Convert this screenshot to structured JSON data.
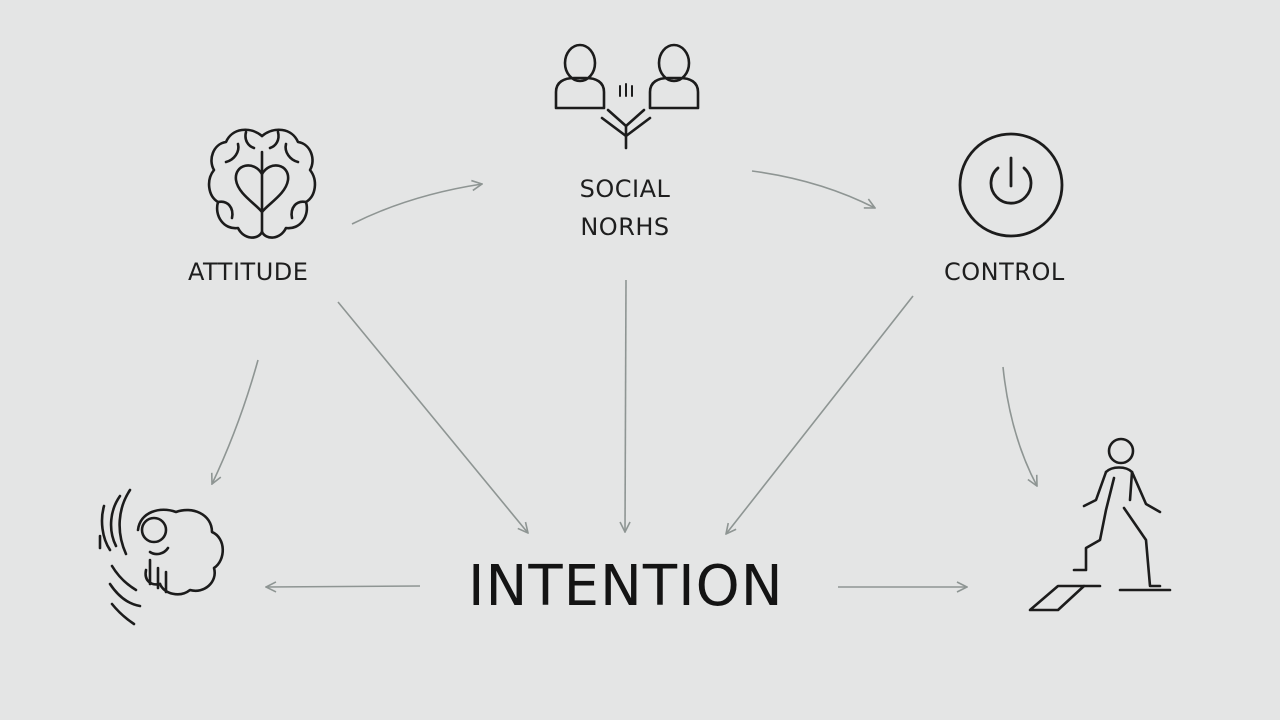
{
  "colors": {
    "background": "#e4e5e5",
    "ink": "#1c1c1c",
    "arrow": "#8e9593"
  },
  "nodes": {
    "attitude": {
      "label": "ATTITUDE",
      "icon": "brain-heart-icon"
    },
    "social_norms": {
      "line1": "SOCIAL",
      "line2": "NORHS",
      "icon": "two-people-icon"
    },
    "control": {
      "label": "CONTROL",
      "icon": "power-button-icon"
    },
    "intention": {
      "label": "INTENTION"
    },
    "outcome_left": {
      "icon": "head-thinking-icon"
    },
    "behavior": {
      "icon": "person-climbing-steps-icon"
    }
  }
}
